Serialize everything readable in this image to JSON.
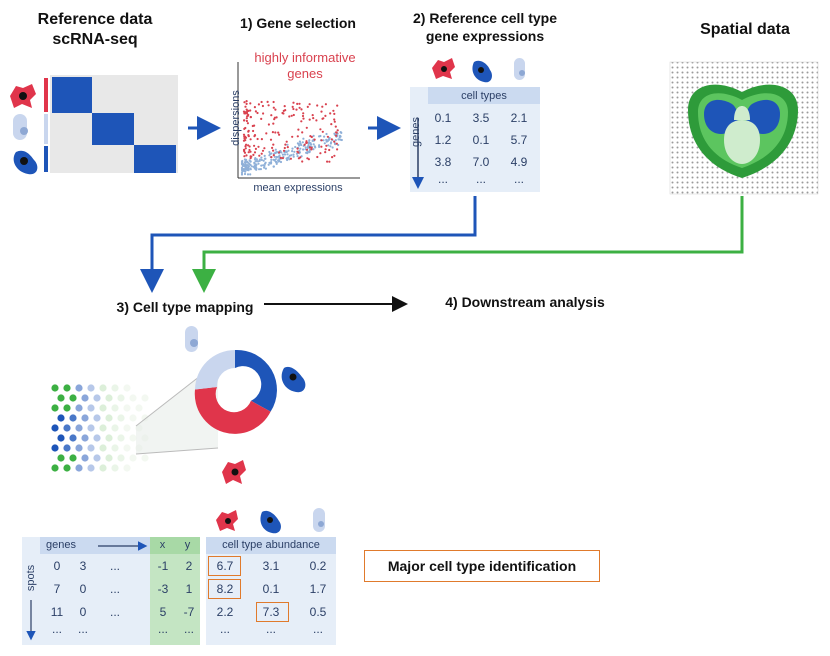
{
  "reference": {
    "title1": "Reference data",
    "title2": "scRNA-seq"
  },
  "gene_selection": {
    "title": "1) Gene selection",
    "highlight1": "highly informative",
    "highlight2": "genes",
    "ylabel": "dispersions",
    "xlabel": "mean expressions"
  },
  "ref_expr": {
    "title1": "2) Reference cell type",
    "title2": "gene expressions",
    "col_header": "cell types",
    "row_header": "genes",
    "rows": [
      [
        "0.1",
        "3.5",
        "2.1"
      ],
      [
        "1.2",
        "0.1",
        "5.7"
      ],
      [
        "3.8",
        "7.0",
        "4.9"
      ],
      [
        "...",
        "...",
        "..."
      ]
    ]
  },
  "spatial": {
    "title": "Spatial data"
  },
  "mapping": {
    "title": "3) Cell type mapping"
  },
  "downstream": {
    "title": "4) Downstream analysis"
  },
  "major": {
    "label": "Major cell type identification"
  },
  "bottom_table": {
    "genes_header": "genes",
    "spots_header": "spots",
    "x_header": "x",
    "y_header": "y",
    "abundance_header": "cell type abundance",
    "genes_rows": [
      [
        "0",
        "3",
        "..."
      ],
      [
        "7",
        "0",
        "..."
      ],
      [
        "11",
        "0",
        "..."
      ],
      [
        "...",
        "...",
        ""
      ]
    ],
    "xy_rows": [
      [
        "-1",
        "2"
      ],
      [
        "-3",
        "1"
      ],
      [
        "5",
        "-7"
      ],
      [
        "...",
        "..."
      ]
    ],
    "abundance_rows": [
      [
        "6.7",
        "3.1",
        "0.2"
      ],
      [
        "8.2",
        "0.1",
        "1.7"
      ],
      [
        "2.2",
        "7.3",
        "0.5"
      ],
      [
        "...",
        "...",
        "..."
      ]
    ]
  },
  "colors": {
    "red": "#e0354b",
    "blue": "#1e55b8",
    "lightblue": "#c9d6ee",
    "green": "#3cb043",
    "orange": "#e07a2c",
    "table_bg": "#e6eef8"
  }
}
